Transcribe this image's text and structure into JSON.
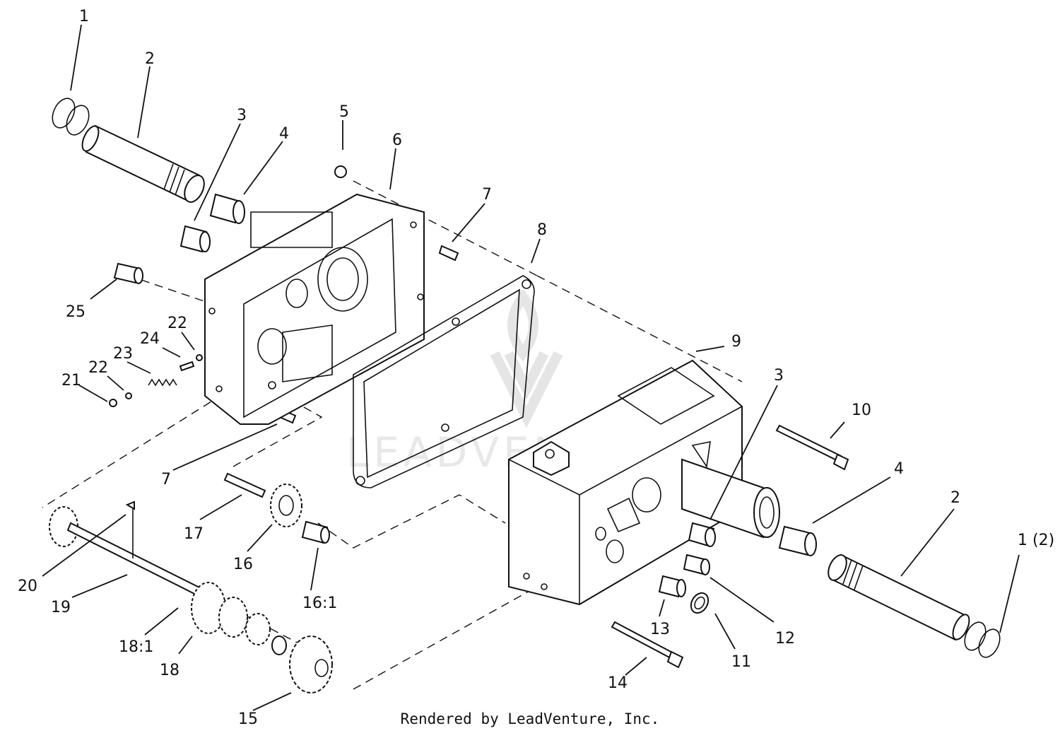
{
  "watermark": {
    "text": "LEADVENTURE"
  },
  "footer": {
    "text": "Rendered by LeadVenture, Inc."
  },
  "callouts": [
    {
      "id": "c1a",
      "label": "1"
    },
    {
      "id": "c2a",
      "label": "2"
    },
    {
      "id": "c3a",
      "label": "3"
    },
    {
      "id": "c4a",
      "label": "4"
    },
    {
      "id": "c5",
      "label": "5"
    },
    {
      "id": "c6",
      "label": "6"
    },
    {
      "id": "c7a",
      "label": "7"
    },
    {
      "id": "c8",
      "label": "8"
    },
    {
      "id": "c25",
      "label": "25"
    },
    {
      "id": "c22a",
      "label": "22"
    },
    {
      "id": "c24",
      "label": "24"
    },
    {
      "id": "c23",
      "label": "23"
    },
    {
      "id": "c22b",
      "label": "22"
    },
    {
      "id": "c21",
      "label": "21"
    },
    {
      "id": "c9",
      "label": "9"
    },
    {
      "id": "c3b",
      "label": "3"
    },
    {
      "id": "c10",
      "label": "10"
    },
    {
      "id": "c7b",
      "label": "7"
    },
    {
      "id": "c4b",
      "label": "4"
    },
    {
      "id": "c2b",
      "label": "2"
    },
    {
      "id": "c1b",
      "label": "1 (2)"
    },
    {
      "id": "c17",
      "label": "17"
    },
    {
      "id": "c20",
      "label": "20"
    },
    {
      "id": "c16",
      "label": "16"
    },
    {
      "id": "c161",
      "label": "16:1"
    },
    {
      "id": "c19",
      "label": "19"
    },
    {
      "id": "c181",
      "label": "18:1"
    },
    {
      "id": "c18",
      "label": "18"
    },
    {
      "id": "c15",
      "label": "15"
    },
    {
      "id": "c13",
      "label": "13"
    },
    {
      "id": "c12",
      "label": "12"
    },
    {
      "id": "c11",
      "label": "11"
    },
    {
      "id": "c14",
      "label": "14"
    }
  ]
}
